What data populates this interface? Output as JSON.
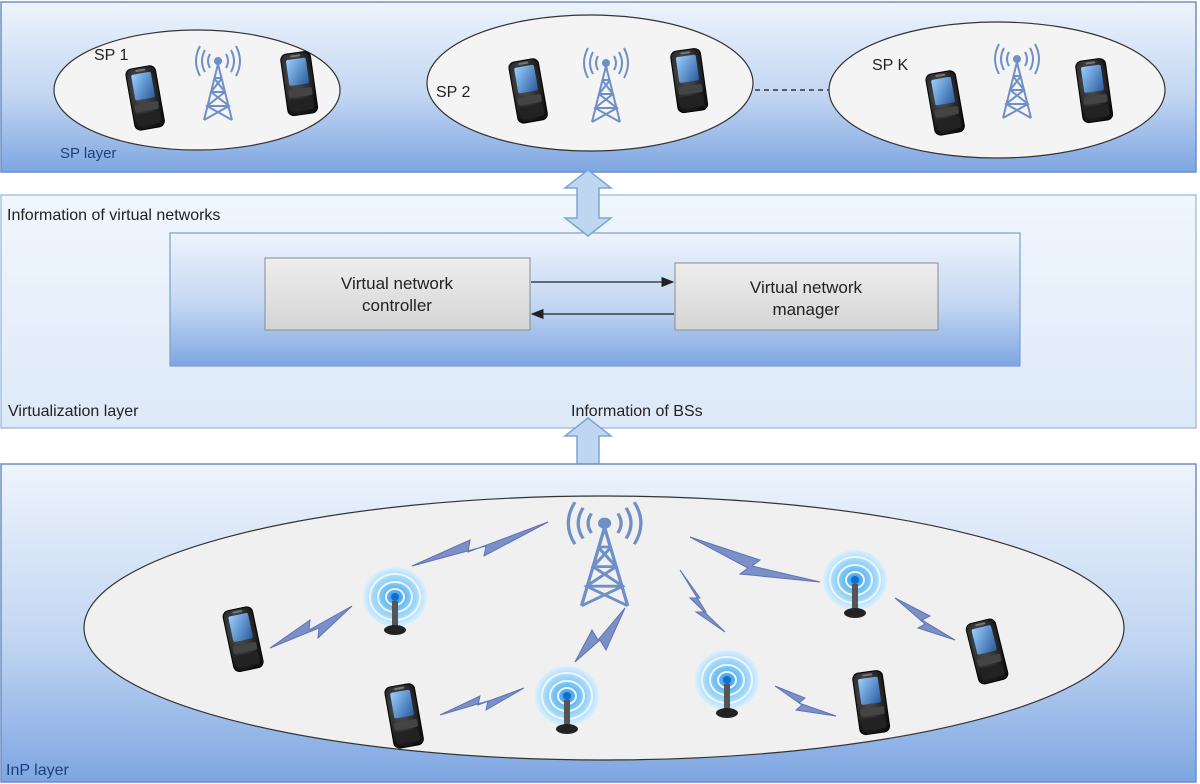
{
  "sp_layer": {
    "label": "SP layer",
    "groups": [
      {
        "name": "SP 1"
      },
      {
        "name": "SP 2"
      },
      {
        "name": "SP K"
      }
    ]
  },
  "virtualization_layer": {
    "label": "Virtualization layer",
    "top_info": "Information of virtual networks",
    "bottom_info": "Information of BSs",
    "controller": {
      "line1": "Virtual network",
      "line2": "controller"
    },
    "manager": {
      "line1": "Virtual network",
      "line2": "manager"
    }
  },
  "inp_layer": {
    "label": "InP layer"
  },
  "colors": {
    "layer_blue_top": "#dbe8f8",
    "layer_blue_bottom": "#8fb2e6",
    "panel_light": "#e5f0fb",
    "ellipse_fill": "#f2f2f2",
    "node_box": "#e0e0e0",
    "arrow_fill": "#bfd6f1",
    "arrow_stroke": "#7ea4d6",
    "zigzag": "#7b8fc8"
  },
  "icons": {
    "phone": "mobile-phone-icon",
    "tower": "cell-tower-icon",
    "bs": "small-cell-bs-icon"
  }
}
